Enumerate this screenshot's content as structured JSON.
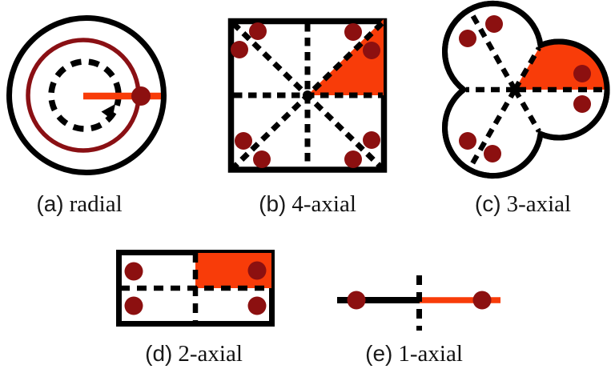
{
  "figure": {
    "background": "#FFFFFF",
    "colors": {
      "black": "#000000",
      "orange": "#F83C09",
      "dot_red": "#8C1010",
      "ring_red": "#8A1014",
      "background": "#FFFFFF"
    },
    "icons": {
      "rotation_arrow": "arrowhead-triangle"
    },
    "panels": [
      {
        "id": "a",
        "prefix": "(a)",
        "label": "radial",
        "shape": "circle with rotation arrow",
        "dots": 1
      },
      {
        "id": "b",
        "prefix": "(b)",
        "label": "4-axial",
        "shape": "square with 4 mirror axes",
        "dots": 8
      },
      {
        "id": "c",
        "prefix": "(c)",
        "label": "3-axial",
        "shape": "trefoil with 3 mirror axes",
        "dots": 6
      },
      {
        "id": "d",
        "prefix": "(d)",
        "label": "2-axial",
        "shape": "rectangle with 2 mirror axes",
        "dots": 4
      },
      {
        "id": "e",
        "prefix": "(e)",
        "label": "1-axial",
        "shape": "segment with 1 mirror axis",
        "dots": 2
      }
    ]
  }
}
